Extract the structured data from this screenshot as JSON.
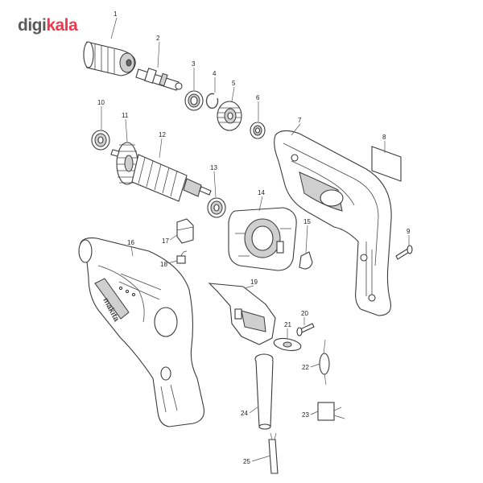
{
  "logo": {
    "part1": "digi",
    "part2": "kala"
  },
  "brand_text": "makita",
  "colors": {
    "logo_gray": "#5a5a5a",
    "logo_red": "#ef394e",
    "line": "#3a3a3a"
  },
  "labels": [
    {
      "id": "1",
      "text": "1"
    },
    {
      "id": "2",
      "text": "2"
    },
    {
      "id": "3",
      "text": "3"
    },
    {
      "id": "4",
      "text": "4"
    },
    {
      "id": "5",
      "text": "5"
    },
    {
      "id": "6",
      "text": "6"
    },
    {
      "id": "7",
      "text": "7"
    },
    {
      "id": "8",
      "text": "8"
    },
    {
      "id": "9",
      "text": "9"
    },
    {
      "id": "10",
      "text": "10"
    },
    {
      "id": "11",
      "text": "11"
    },
    {
      "id": "12",
      "text": "12"
    },
    {
      "id": "13",
      "text": "13"
    },
    {
      "id": "14",
      "text": "14"
    },
    {
      "id": "15",
      "text": "15"
    },
    {
      "id": "16",
      "text": "16"
    },
    {
      "id": "17",
      "text": "17"
    },
    {
      "id": "18",
      "text": "18"
    },
    {
      "id": "19",
      "text": "19"
    },
    {
      "id": "20",
      "text": "20"
    },
    {
      "id": "21",
      "text": "21"
    },
    {
      "id": "22",
      "text": "22"
    },
    {
      "id": "23",
      "text": "23"
    },
    {
      "id": "24",
      "text": "24"
    },
    {
      "id": "25",
      "text": "25"
    }
  ]
}
